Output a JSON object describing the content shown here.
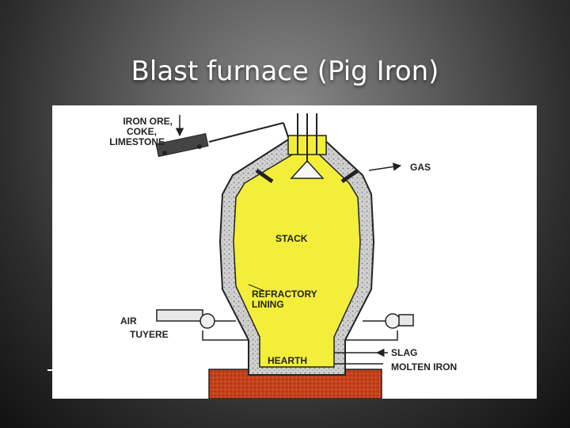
{
  "slide": {
    "title": "Blast furnace (Pig Iron)"
  },
  "diagram": {
    "labels": {
      "charge_line1": "IRON ORE,",
      "charge_line2": "COKE,",
      "charge_line3": "LIMESTONE",
      "gas": "GAS",
      "stack": "STACK",
      "refractory_line1": "REFRACTORY",
      "refractory_line2": "LINING",
      "air": "AIR",
      "tuyere": "TUYERE",
      "hearth": "HEARTH",
      "slag": "SLAG",
      "molten_iron": "MOLTEN IRON"
    },
    "colors": {
      "interior": "#f3ee3a",
      "lining": "#c9c9c9",
      "base": "#c4421c",
      "paper": "#ffffff",
      "ink": "#222222"
    }
  }
}
